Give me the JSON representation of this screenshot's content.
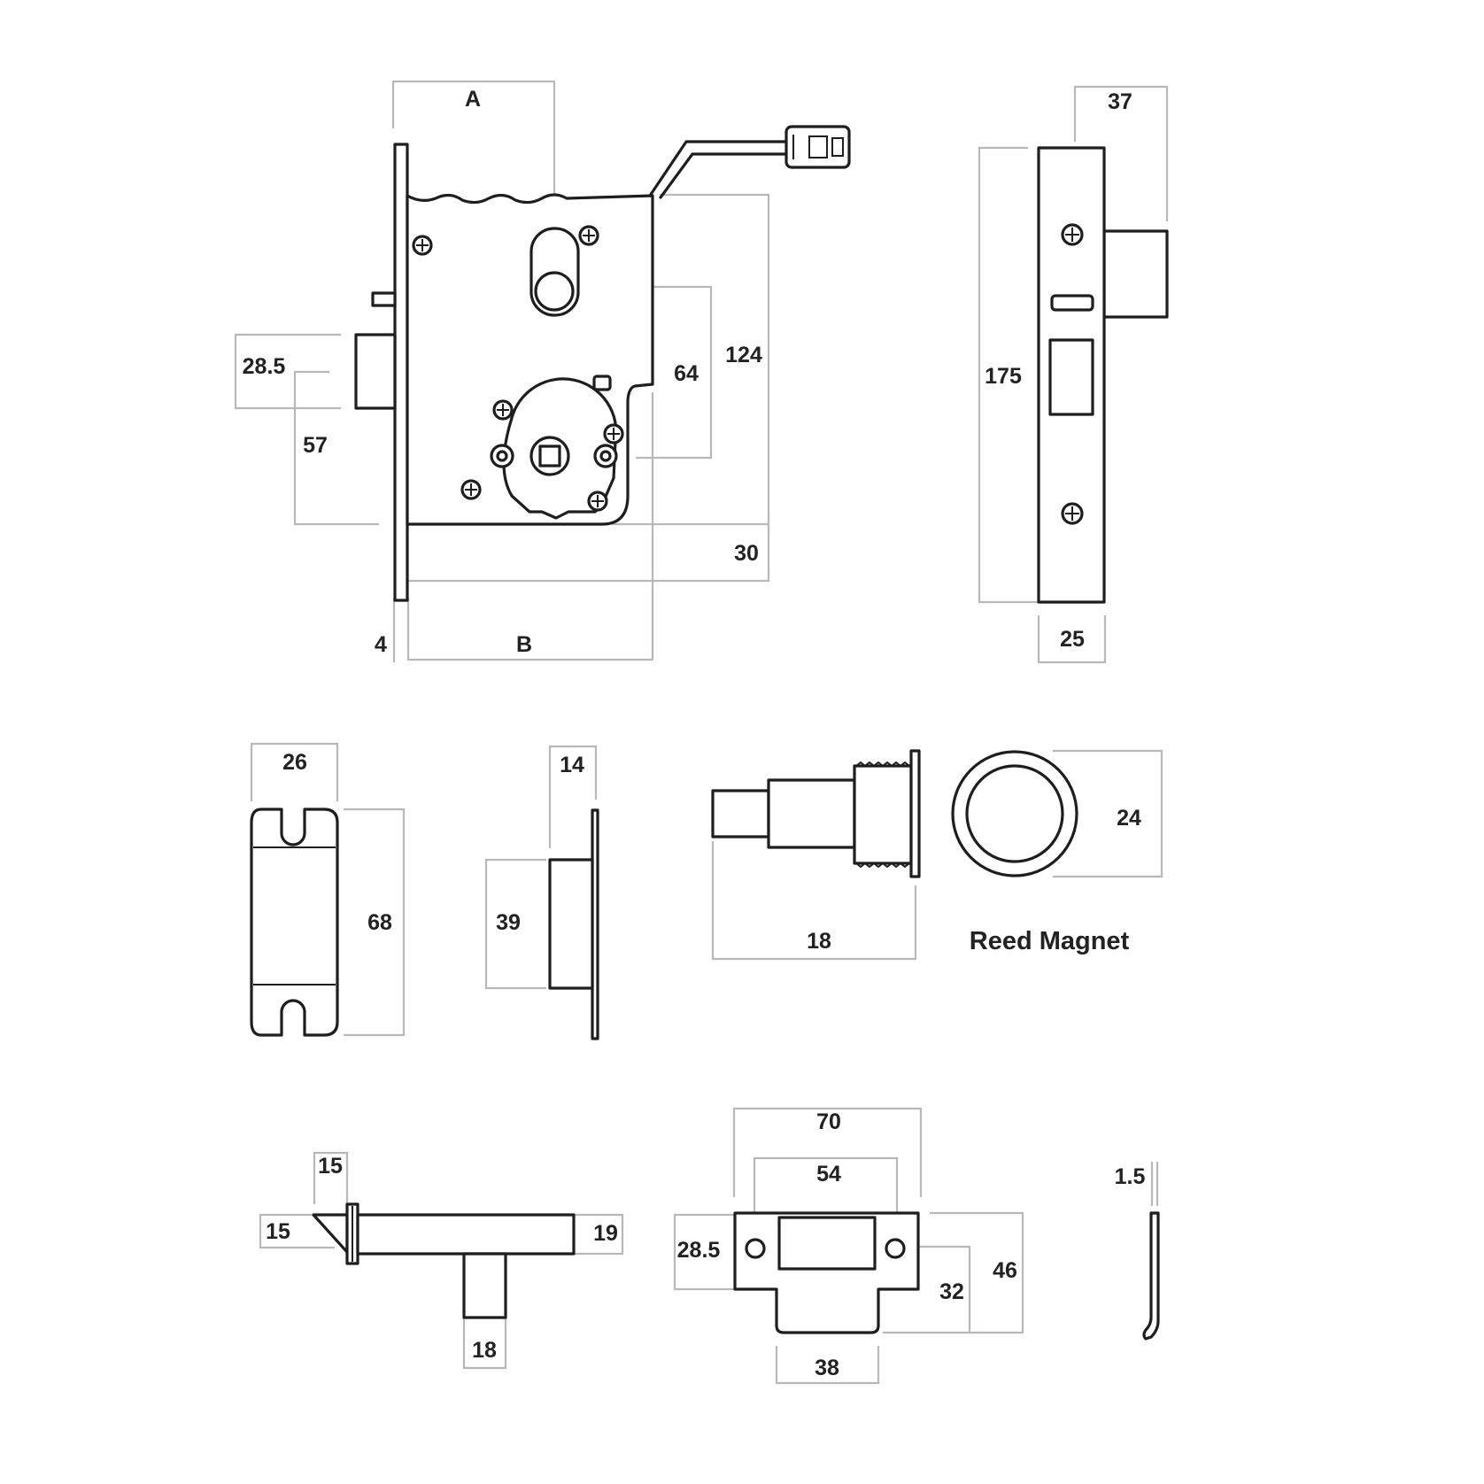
{
  "colors": {
    "outline": "#1e1e1e",
    "dimension_line": "#b8b8b8",
    "text": "#222222"
  },
  "mortice_lock": {
    "dim_a": "A",
    "dim_b": "B",
    "dim_124": "124",
    "dim_64": "64",
    "dim_30": "30",
    "dim_28_5": "28.5",
    "dim_57": "57",
    "dim_4": "4"
  },
  "faceplate": {
    "dim_37": "37",
    "dim_175": "175",
    "dim_25": "25"
  },
  "striker_plate": {
    "dim_26": "26",
    "dim_68": "68"
  },
  "striker_box": {
    "dim_14": "14",
    "dim_39": "39"
  },
  "reed_switch": {
    "dim_18": "18"
  },
  "reed_magnet": {
    "caption": "Reed Magnet",
    "dim_24": "24"
  },
  "latch_bolt": {
    "dim_15_top": "15",
    "dim_15_side": "15",
    "dim_19": "19",
    "dim_18": "18"
  },
  "strike": {
    "dim_70": "70",
    "dim_54": "54",
    "dim_28_5": "28.5",
    "dim_46": "46",
    "dim_32": "32",
    "dim_38": "38"
  },
  "thickness_detail": {
    "dim_1_5": "1.5"
  }
}
